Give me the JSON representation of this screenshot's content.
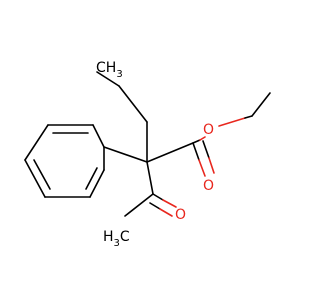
{
  "molecule": {
    "atoms": {
      "ch3_top": {
        "main": "CH",
        "sub": "3"
      },
      "ester_o": {
        "main": "O"
      },
      "carbonyl_o_ester": {
        "main": "O"
      },
      "carbonyl_o_ketone": {
        "main": "O"
      },
      "ch3_left": {
        "main": "H",
        "sub": "3",
        "tail": "C"
      }
    },
    "colors": {
      "carbon": "#000000",
      "oxygen": "#e8271e"
    }
  }
}
